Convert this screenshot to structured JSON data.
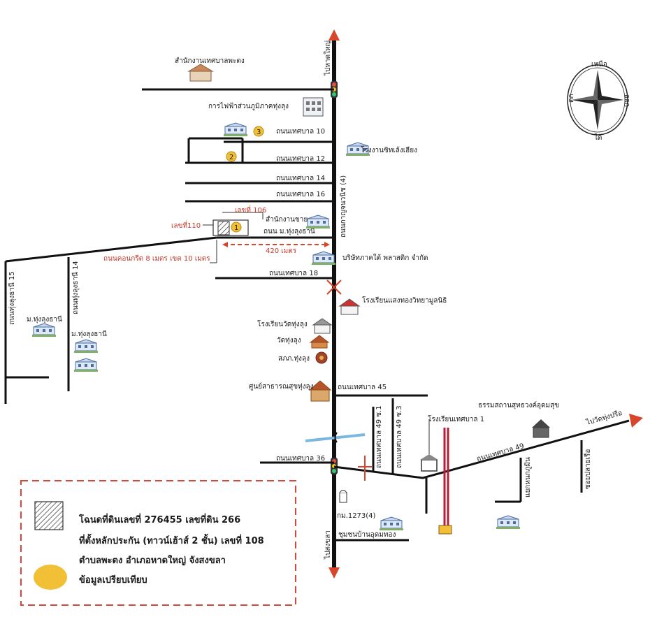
{
  "compass": {
    "north": "เหนือ",
    "south": "ใต้",
    "west": "ตก",
    "east": "ออก"
  },
  "main_road": {
    "top_label": "ไปหาดใหญ่",
    "mid_label": "ถนนกาญจนวนิช (4)",
    "bottom_label": "ไปสงขลา"
  },
  "places": {
    "municipal_office": "สำนักงานเทศบาลพะตง",
    "electricity": "การไฟฟ้าส่วนภูมิภาคทุ่งลุง",
    "factory": "โรงงานซิทเล้งเฮียง",
    "sales_office": "สำนักงานขาย",
    "plastic_company": "บริษัทภาคใต้ พลาสติก จำกัด",
    "saengthong_school": "โรงเรียนแสงทองวิทยามูลนิธิ",
    "wat_school": "โรงเรียนวัดทุ่งลุง",
    "wat": "วัดทุ่งลุง",
    "police": "สภภ.ทุ่งลุง",
    "health_center": "ศูนย์สาธารณสุขทุ่งลุง",
    "shrine": "ธรรมสถานสุทธวงค์อุดมสุข",
    "municipal_school_1": "โรงเรียนเทศบาล 1",
    "km_marker": "กม.1273(4)",
    "community": "ชุมชนบ้านอุดมทอง",
    "village_a": "ม.ทุ่งลุงธานี",
    "village_b": "ม.ทุ่งลุงธานี"
  },
  "roads": {
    "r10": "ถนนเทศบาล 10",
    "r12": "ถนนเทศบาล 12",
    "r14": "ถนนเทศบาล 14",
    "r16": "ถนนเทศบาล 16",
    "thungthani": "ถนน ม.ทุ่งลุงธานี",
    "r18": "ถนนเทศบาล 18",
    "r45": "ถนนเทศบาล 45",
    "r49": "ถนนเทศบาล 49",
    "r49_1": "ถนนเทศบาล 49 ซ.1",
    "r49_3": "ถนนเทศบาล 49 ซ.3",
    "r36": "ถนนเทศบาล 36",
    "thungthani15": "ถนนทุ่งลุงธานี 15",
    "thungthani14": "ถนนทุ่งลุงธานี 14",
    "to_wat": "ไปวัดทุ่งปรือ",
    "khanunthong": "แยกหนกภูมิน",
    "sakorn": "ซอยปลายเรือ"
  },
  "annotations": {
    "lot_106": "เลขที่ 106",
    "lot_110": "เลขที่110",
    "distance": "420 เมตร",
    "concrete_road": "ถนนคอนกรีต 8 เมตร เขต 10 เมตร",
    "markers": [
      "1",
      "2",
      "3"
    ]
  },
  "legend": {
    "deed": "โฉนดที่ดินเลขที่ 276455 เลขที่ดิน 266",
    "location": "ที่ตั้งหลักประกัน (ทาวน์เฮ้าส์ 2 ชั้น) เลขที่ 108",
    "district": "ตำบลพะตง อำเภอหาดใหญ่ จังสงขลา",
    "comparable": "ข้อมูลเปรียบเทียบ"
  },
  "colors": {
    "road": "#111111",
    "arrow": "#d9452b",
    "annotation": "#c63a2c",
    "marker": "#f2c037",
    "legend_border": "#d9453a",
    "rail": "#b0223a"
  }
}
